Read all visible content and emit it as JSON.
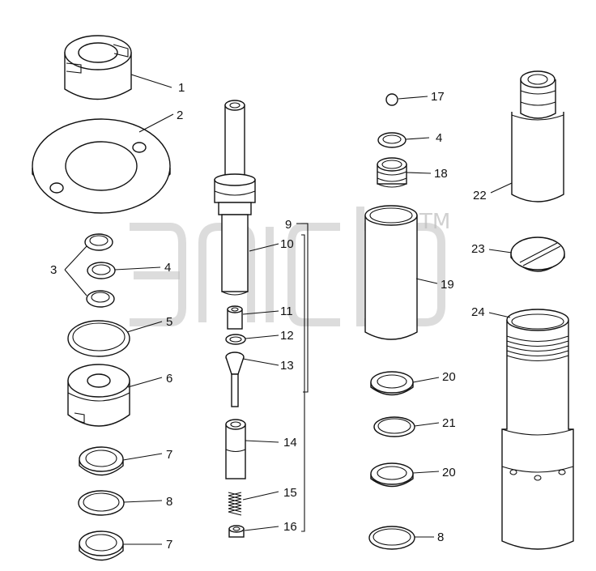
{
  "labels": {
    "p1": "1",
    "p2": "2",
    "p3": "3",
    "p4a": "4",
    "p5": "5",
    "p6": "6",
    "p7a": "7",
    "p8a": "8",
    "p7b": "7",
    "p9": "9",
    "p10": "10",
    "p11": "11",
    "p12": "12",
    "p13": "13",
    "p14": "14",
    "p15": "15",
    "p16": "16",
    "p17": "17",
    "p4b": "4",
    "p18": "18",
    "p19": "19",
    "p20a": "20",
    "p21": "21",
    "p20b": "20",
    "p8b": "8",
    "p22": "22",
    "p23": "23",
    "p24": "24"
  },
  "watermark": {
    "mark": "TM",
    "icon": "brand-watermark-logo"
  },
  "colors": {
    "line": "#111111",
    "watermark": "#bfbfbf",
    "background": "#ffffff"
  }
}
